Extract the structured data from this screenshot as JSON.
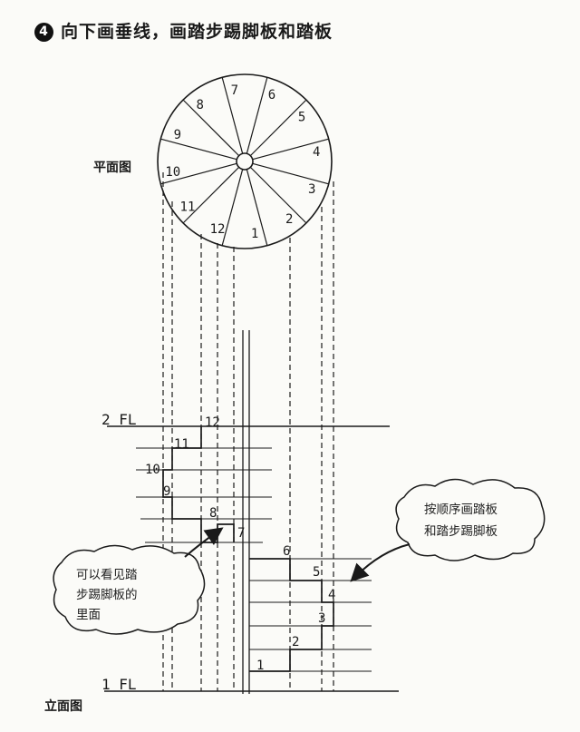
{
  "heading": {
    "number": "4",
    "text": "向下画垂线，画踏步踢脚板和踏板"
  },
  "plan_label": "平面图",
  "elevation_label": "立面图",
  "plan_numbers": [
    "1",
    "2",
    "3",
    "4",
    "5",
    "6",
    "7",
    "8",
    "9",
    "10",
    "11",
    "12"
  ],
  "elevation_numbers": [
    "1",
    "2",
    "3",
    "4",
    "5",
    "6",
    "7",
    "8",
    "9",
    "10",
    "11",
    "12"
  ],
  "floor_labels": {
    "upper": "2 FL",
    "lower": "1 FL"
  },
  "callout_right": {
    "line1": "按顺序画踏板",
    "line2": "和踏步踢脚板"
  },
  "callout_left": {
    "line1": "可以看见踏",
    "line2": "步踢脚板的",
    "line3": "里面"
  },
  "colors": {
    "ink": "#1a1a1a",
    "paper": "#fbfbf8"
  }
}
